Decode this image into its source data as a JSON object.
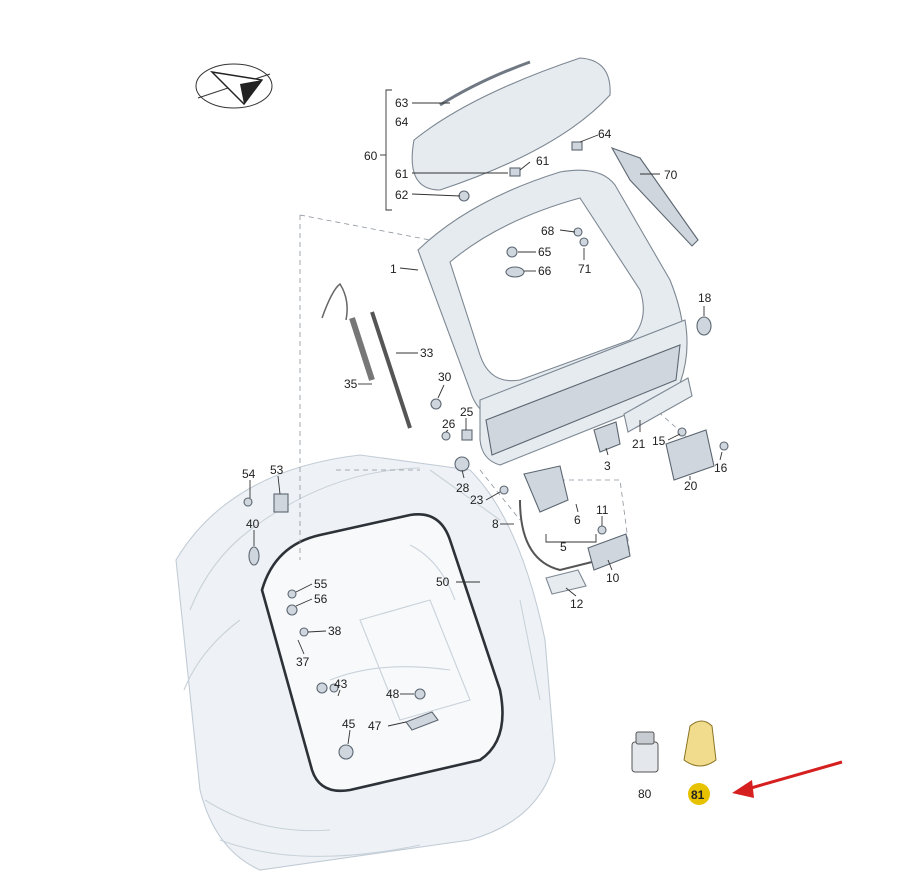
{
  "diagram": {
    "labels": {
      "p1": "1",
      "p3": "3",
      "p5": "5",
      "p6": "6",
      "p8": "8",
      "p10": "10",
      "p11": "11",
      "p12": "12",
      "p15": "15",
      "p16": "16",
      "p18": "18",
      "p20": "20",
      "p21": "21",
      "p23": "23",
      "p25": "25",
      "p26": "26",
      "p28": "28",
      "p30": "30",
      "p33": "33",
      "p35": "35",
      "p37": "37",
      "p38": "38",
      "p40": "40",
      "p43": "43",
      "p45": "45",
      "p47": "47",
      "p48": "48",
      "p50": "50",
      "p53": "53",
      "p54": "54",
      "p55": "55",
      "p56": "56",
      "p60": "60",
      "p61a": "61",
      "p61b": "61",
      "p62": "62",
      "p63": "63",
      "p64a": "64",
      "p64b": "64",
      "p65": "65",
      "p66": "66",
      "p68": "68",
      "p70": "70",
      "p71": "71",
      "p80": "80",
      "p81": "81"
    },
    "colors": {
      "highlight_badge": "#e6c200",
      "arrow": "#d62020",
      "tape_roll": "#f0dc8c"
    },
    "icons": [
      "orientation-arrow-icon",
      "pointer-arrow-icon"
    ]
  }
}
